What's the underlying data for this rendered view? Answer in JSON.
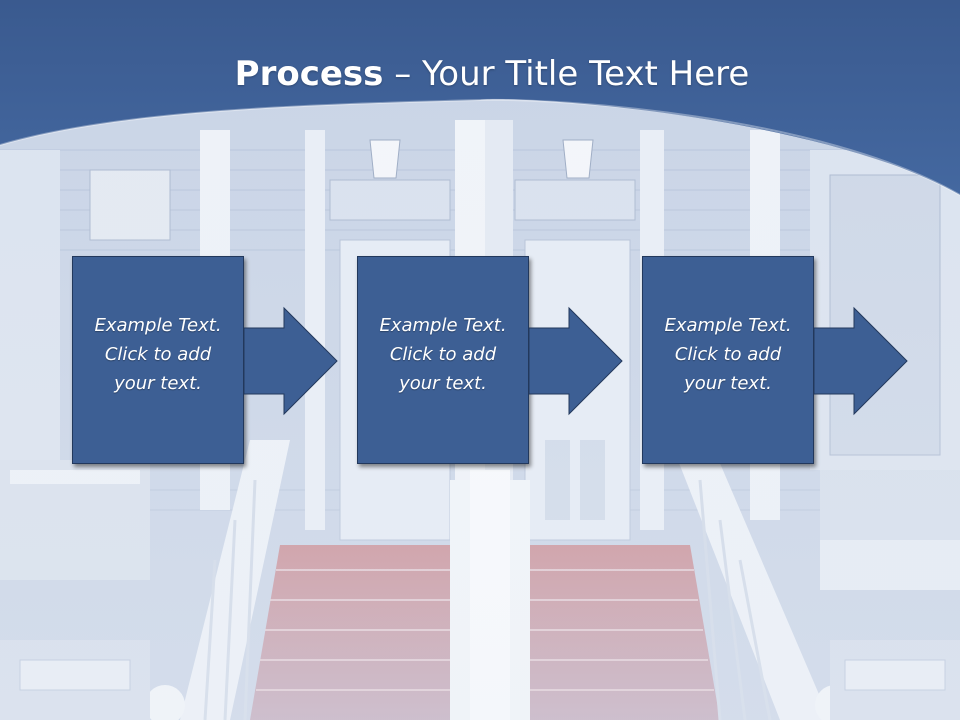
{
  "slide": {
    "title_bold": "Process",
    "title_separator": "–",
    "title_rest": "Your Title Text Here",
    "steps": [
      {
        "text": "Example Text.\nClick  to add\nyour text."
      },
      {
        "text": "Example Text.\nClick  to add\nyour text."
      },
      {
        "text": "Example Text.\nClick  to add\nyour text."
      }
    ]
  },
  "colors": {
    "header_blue": "#3f6298",
    "box_fill": "#3d5f94",
    "box_border": "#22385c",
    "text": "#ffffff",
    "stairs_red": "#c9969a"
  },
  "background": {
    "subject": "porch-stairs-photo"
  }
}
